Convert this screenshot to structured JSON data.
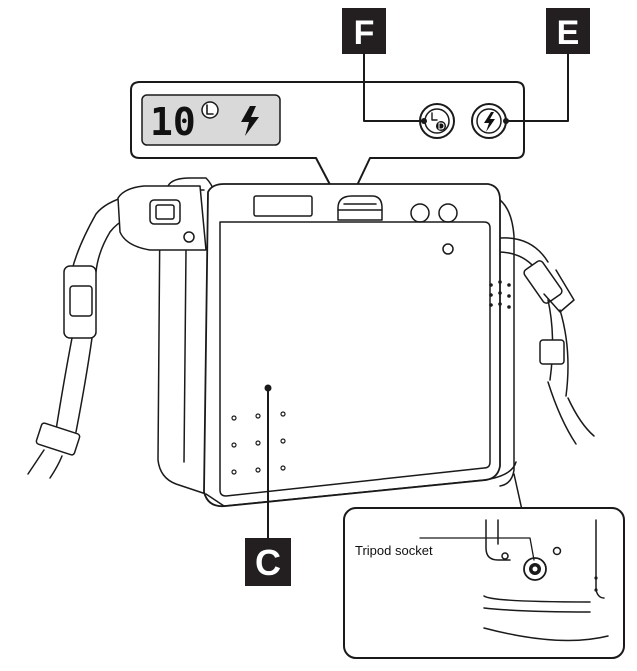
{
  "callouts": {
    "f": "F",
    "e": "E",
    "c": "C"
  },
  "lcd": {
    "counter": "10"
  },
  "inset": {
    "tripod_label": "Tripod socket"
  },
  "icons": {
    "lcd_mode": "l-mode-icon",
    "lcd_flash": "flash-icon",
    "mode_button": "l-d-mode-button-icon",
    "flash_button": "flash-button-icon"
  },
  "colors": {
    "callout_bg": "#231f20",
    "callout_text": "#ffffff",
    "lcd_bg": "#d9d9d9",
    "line": "#1a1a1a"
  }
}
